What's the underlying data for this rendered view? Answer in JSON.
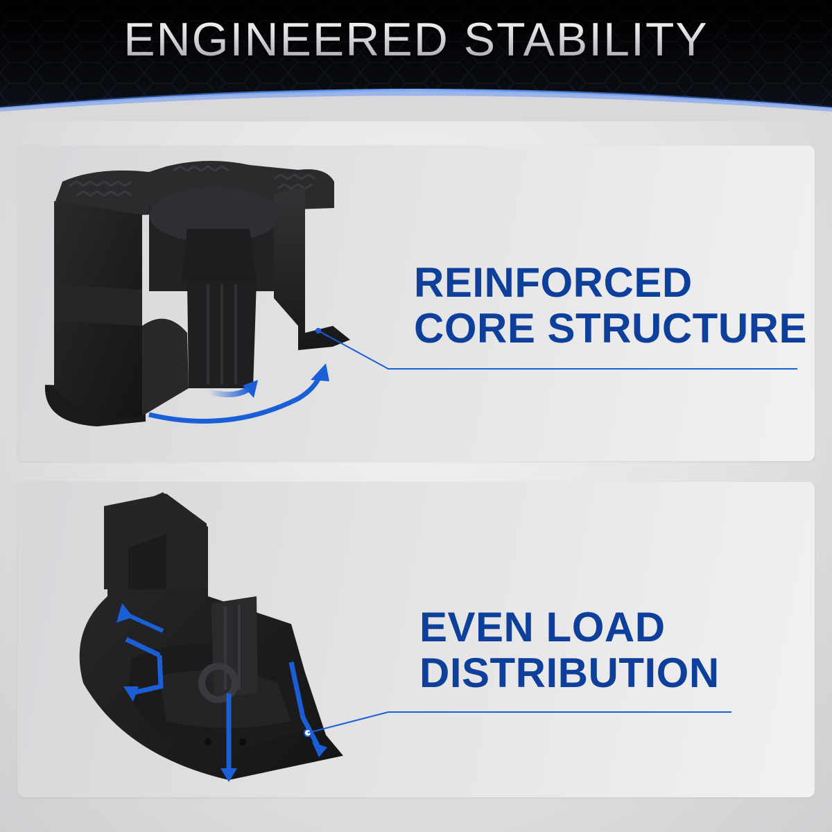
{
  "header": {
    "title": "ENGINEERED STABILITY"
  },
  "features": [
    {
      "line1": "REINFORCED",
      "line2": "CORE STRUCTURE",
      "illustration": "leveling-block-cutaway"
    },
    {
      "line1": "EVEN LOAD",
      "line2": "DISTRIBUTION",
      "illustration": "quarter-section-load-arrows"
    }
  ],
  "colors": {
    "accent_blue": "#1a5fd6",
    "label_blue": "#0e3f9a",
    "product_black": "#1c1c1e",
    "header_black": "#07090d"
  }
}
